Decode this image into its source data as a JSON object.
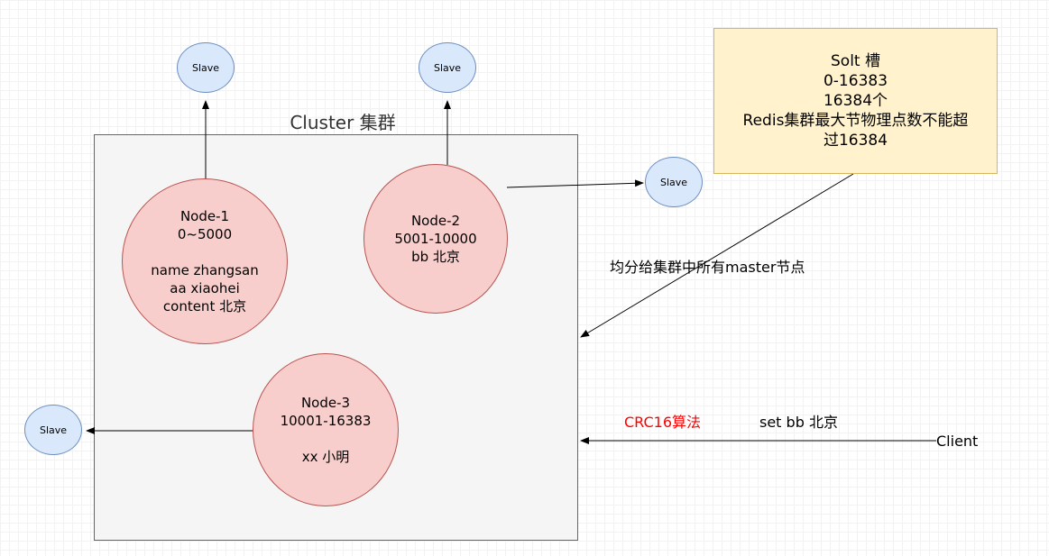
{
  "cluster": {
    "title": "Cluster 集群"
  },
  "nodes": [
    {
      "name": "Node-1",
      "range": "0~5000",
      "keys": [
        "name zhangsan",
        "aa xiaohei",
        "content 北京"
      ]
    },
    {
      "name": "Node-2",
      "range": "5001-10000",
      "keys": [
        "bb 北京"
      ]
    },
    {
      "name": "Node-3",
      "range": "10001-16383",
      "keys": [
        "xx 小明"
      ]
    }
  ],
  "slaves": [
    "Slave",
    "Slave",
    "Slave",
    "Slave"
  ],
  "slot_note": {
    "lines": [
      "Solt  槽",
      "0-16383",
      "16384个",
      "Redis集群最大节物理点数不能超",
      "过16384"
    ]
  },
  "labels": {
    "distribute": "均分给集群中所有master节点",
    "algorithm": "CRC16算法",
    "command": "set bb 北京",
    "client": "Client"
  },
  "colors": {
    "node_fill": "#f8cecc",
    "slave_fill": "#dae8fc",
    "note_fill": "#fff2cc",
    "algorithm_text": "#ff0000"
  }
}
